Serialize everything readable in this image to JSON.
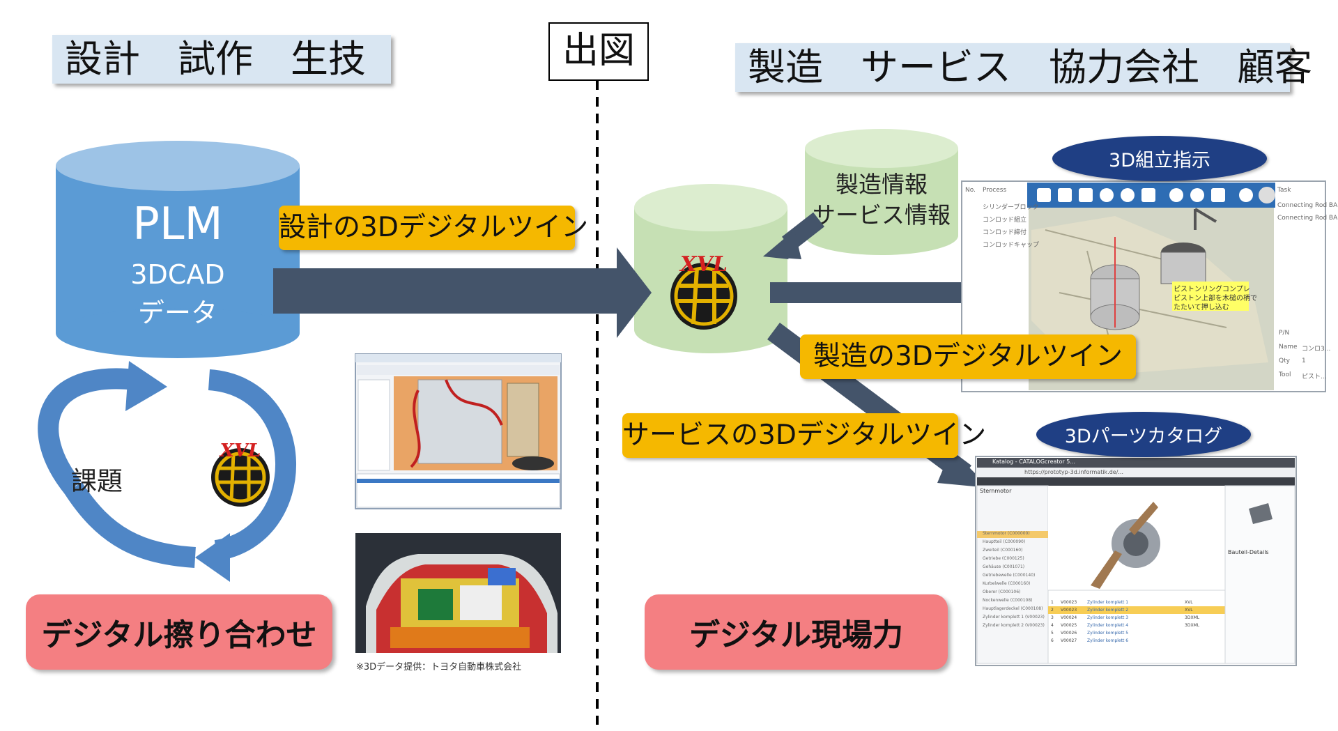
{
  "headers": {
    "left": "設計　試作　生技",
    "center": "出図",
    "right": "製造　サービス　協力会社　顧客"
  },
  "plm": {
    "title": "PLM",
    "line1": "3DCAD",
    "line2": "データ"
  },
  "info_db": {
    "line1": "製造情報",
    "line2": "サービス情報"
  },
  "labels": {
    "design_twin": "設計の3Dデジタルツイン",
    "manufacturing_twin": "製造の3Dデジタルツイン",
    "service_twin": "サービスの3Dデジタルツイン",
    "issue": "課題",
    "digital_matching": "デジタル擦り合わせ",
    "digital_field_power": "デジタル現場力",
    "assembly": "3D組立指示",
    "parts_catalog": "3Dパーツカタログ",
    "credit": "※3Dデータ提供：トヨタ自動車株式会社",
    "xvl": "XVL"
  },
  "assembly_shot": {
    "col_no": "No.",
    "col_process": "Process",
    "col_task": "Task",
    "rows": [
      "シリンダーブロック",
      "コンロッド組立",
      "コンロッド締付",
      "コンロッドキャップ"
    ],
    "task_rows": [
      "Connecting Rod BA",
      "Connecting Rod BA"
    ],
    "callout": [
      "ピストンリングコンプレ",
      "ピストン上部を木槌の柄で",
      "たたいて押し込む"
    ],
    "props": [
      "P/N",
      "Name",
      "Qty",
      "Tool"
    ],
    "prop_vals": [
      "",
      "コンロ3...",
      "1",
      "ピスト..."
    ]
  },
  "catalog_shot": {
    "tab_title": "Katalog - CATALOGcreator 5...",
    "url": "https://prototyp-3d.informatik.de/...",
    "left_title": "Sternmotor",
    "tree": [
      "Sternmotor (C000000)",
      "Hauptteil (C000090)",
      "Zweiteil (C000160)",
      "Getriebe (C000125)",
      "Gehäuse (C001071)",
      "Getriebewelle (C000140)",
      "Kurbelwelle (C000160)",
      "Oberer (C000106)",
      "Nockenwelle (C000108)",
      "Hauptlagerdeckel (C000108)",
      "Zylinder komplett 1 (V00023)",
      "Zylinder komplett 2 (V00023)"
    ],
    "table_rows": [
      [
        "1",
        "V00023",
        "Zylinder komplett 1",
        "XVL"
      ],
      [
        "2",
        "V00023",
        "Zylinder komplett 2",
        "XVL"
      ],
      [
        "3",
        "V00024",
        "Zylinder komplett 3",
        "3DXML"
      ],
      [
        "4",
        "V00025",
        "Zylinder komplett 4",
        "3DXML"
      ],
      [
        "5",
        "V00026",
        "Zylinder komplett 5",
        ""
      ],
      [
        "6",
        "V00027",
        "Zylinder komplett 6",
        ""
      ]
    ],
    "right_title": "Bauteil-Details"
  },
  "colors": {
    "header_bg": "#d9e6f2",
    "plm_blue": "#5b9bd5",
    "db_green": "#c6e0b4",
    "arrow_dark": "#44546a",
    "orange": "#f5b800",
    "pink": "#f47f82",
    "navy": "#1f3f84",
    "cycle_blue": "#4f86c6"
  }
}
